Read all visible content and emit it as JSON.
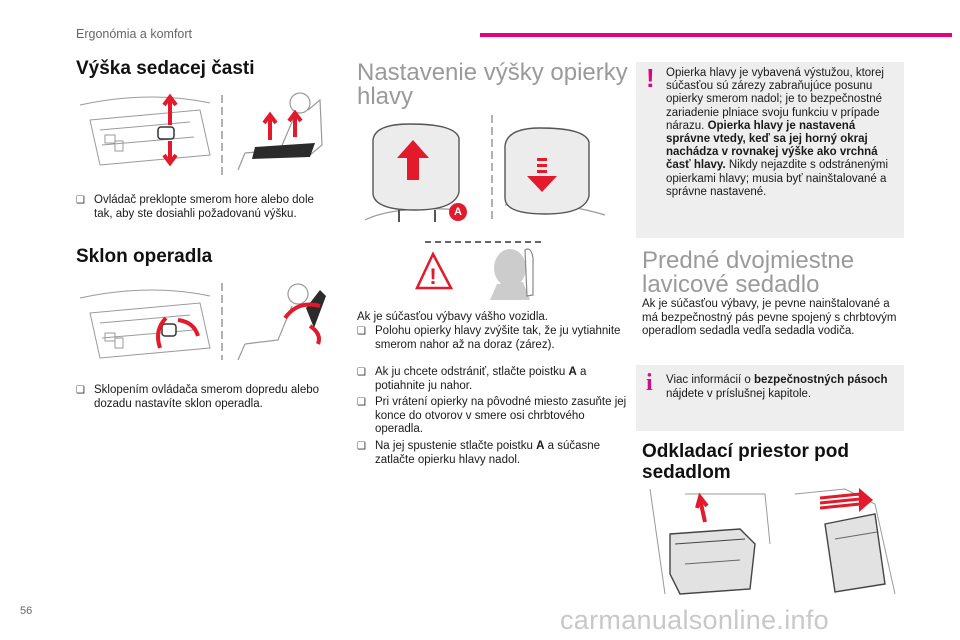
{
  "header": {
    "section": "Ergonómia a komfort"
  },
  "page_number": "56",
  "watermark": "carmanualsonline.info",
  "seat_height": {
    "title": "Výška sedacej časti",
    "bullet": "Ovládač preklopte smerom hore alebo dole tak, aby ste dosiahli požadovanú výšku."
  },
  "backrest": {
    "title": "Sklon operadla",
    "bullet": "Sklopením ovládača smerom dopredu alebo dozadu nastavíte sklon operadla."
  },
  "headrest": {
    "title_line1": "Nastavenie výšky opierky",
    "title_line2": "hlavy",
    "label_a": "A",
    "intro": "Ak je súčasťou výbavy vášho vozidla.",
    "bullets": [
      "Polohu opierky hlavy zvýšite tak, že ju vytiahnite smerom nahor až na doraz (zárez).",
      "Pri vrátení opierky na pôvodné miesto zasuňte jej konce do otvorov v smere osi chrbtového operadla."
    ],
    "remove_bullet": {
      "before": "Ak ju chcete odstrániť, stlačte poistku ",
      "bold": "A",
      "after": " a potiahnite ju nahor."
    },
    "lower_bullet": {
      "before": "Na jej spustenie stlačte poistku ",
      "bold": "A",
      "after": " a súčasne zatlačte opierku hlavy nadol."
    }
  },
  "warning": {
    "text1": "Opierka hlavy je vybavená výstužou, ktorej súčasťou sú zárezy zabraňujúce posunu opierky smerom nadol; je to bezpečnostné zariadenie plniace svoju funkciu v prípade nárazu.",
    "bold": "Opierka hlavy je nastavená správne vtedy, keď sa jej horný okraj nachádza v rovnakej výške ako vrchná časť hlavy.",
    "text2": "Nikdy nejazdite s odstránenými opierkami hlavy; musia byť nainštalované a správne nastavené."
  },
  "bench": {
    "title_line1": "Predné dvojmiestne",
    "title_line2": "lavicové sedadlo",
    "text": "Ak je súčasťou výbavy, je pevne nainštalované a má bezpečnostný pás pevne spojený s chrbtovým operadlom sedadla vedľa sedadla vodiča."
  },
  "info": {
    "before": "Viac informácií o ",
    "bold": "bezpečnostných pásoch",
    "after": " nájdete v príslušnej kapitole."
  },
  "storage": {
    "title_line1": "Odkladací priestor pod",
    "title_line2": "sedadlom"
  },
  "colors": {
    "accent": "#e6007e",
    "arrow_red": "#e3192c",
    "box_bg": "#eeeeee",
    "heading_grey": "#9a9a9a"
  }
}
